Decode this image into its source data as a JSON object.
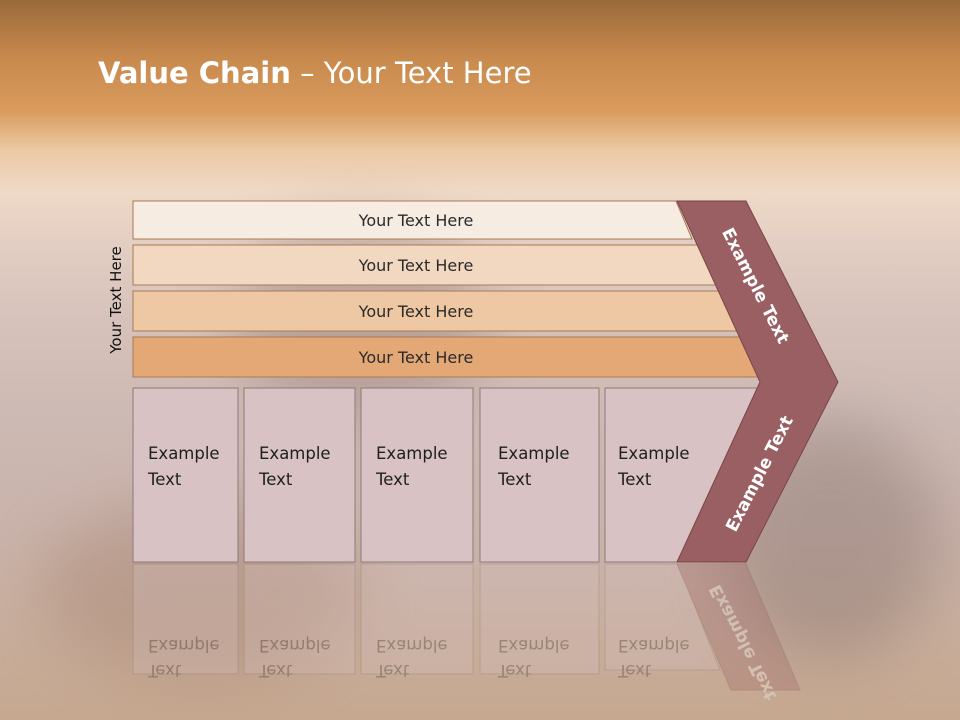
{
  "title": {
    "bold": "Value Chain",
    "rest": " – Your Text Here"
  },
  "side_label": "Your Text Here",
  "bands": [
    {
      "label": "Your Text Here",
      "fill": "#f7ece2"
    },
    {
      "label": "Your Text Here",
      "fill": "#f2d8c0"
    },
    {
      "label": "Your Text Here",
      "fill": "#edc8a2"
    },
    {
      "label": "Your Text Here",
      "fill": "#e4a876"
    }
  ],
  "boxes": [
    {
      "line1": "Example",
      "line2": "Text"
    },
    {
      "line1": "Example",
      "line2": "Text"
    },
    {
      "line1": "Example",
      "line2": "Text"
    },
    {
      "line1": "Example",
      "line2": "Text"
    },
    {
      "line1": "Example",
      "line2": "Text"
    }
  ],
  "chevron": {
    "upper": "Example Text",
    "lower": "Example Text",
    "fill": "#9a5f62"
  },
  "colors": {
    "box_fill": "#d8c2c3",
    "box_stroke": "#8c7a7a",
    "band_stroke": "#a87a55"
  }
}
